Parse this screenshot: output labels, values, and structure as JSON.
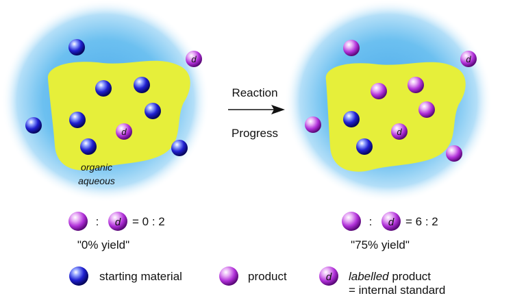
{
  "arrow": {
    "top_label": "Reaction",
    "bottom_label": "Progress"
  },
  "left_panel": {
    "organic_label": "organic",
    "aqueous_label": "aqueous",
    "ratio_colon": ":",
    "ratio_text": "= 0 : 2",
    "yield_text": "\"0% yield\""
  },
  "right_panel": {
    "ratio_colon": ":",
    "ratio_text": "= 6 : 2",
    "yield_text": "\"75% yield\""
  },
  "standard_glyph": "d",
  "legend": {
    "starting_material": "starting material",
    "product": "product",
    "labelled_word": "labelled",
    "labelled_rest": " product",
    "internal_standard": "= internal standard"
  },
  "colors": {
    "blue_sphere": "#1a1ad8",
    "purple_sphere": "#c040e0",
    "organic_phase": "#e6ef3a",
    "aqueous_phase": "#5ab8ee"
  }
}
